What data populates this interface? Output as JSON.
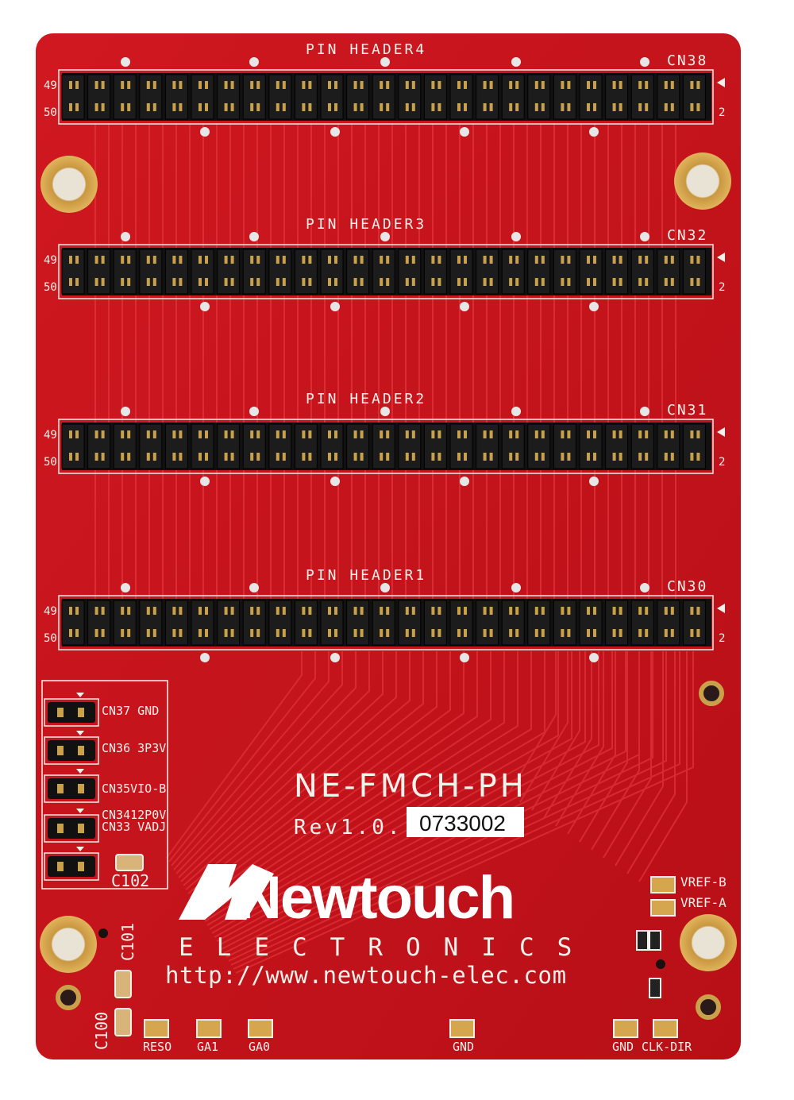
{
  "board": {
    "colors": {
      "pcb": "#c8141c",
      "pcb_dark": "#9e0d14",
      "trace": "#e0262c",
      "header": "#111111",
      "pin": "#c9a14a",
      "silkscreen": "#f4f0ea",
      "pad_gold": "#d6a64e"
    },
    "headers": [
      {
        "title": "PIN HEADER4",
        "connector": "CN38",
        "pin_left_top": "49",
        "pin_left_bottom": "50",
        "pin_right": "2"
      },
      {
        "title": "PIN HEADER3",
        "connector": "CN32",
        "pin_left_top": "49",
        "pin_left_bottom": "50",
        "pin_right": "2"
      },
      {
        "title": "PIN HEADER2",
        "connector": "CN31",
        "pin_left_top": "49",
        "pin_left_bottom": "50",
        "pin_right": "2"
      },
      {
        "title": "PIN HEADER1",
        "connector": "CN30",
        "pin_left_top": "49",
        "pin_left_bottom": "50",
        "pin_right": "2"
      }
    ],
    "jumpers": [
      {
        "label": "CN37 GND"
      },
      {
        "label": "CN36 3P3V"
      },
      {
        "label": "CN35VIO-B"
      },
      {
        "label": "CN3412P0V"
      },
      {
        "label": "CN33 VADJ"
      }
    ],
    "part_name": "NE-FMCH-PH",
    "revision": "Rev1.0.",
    "serial": "0733002",
    "brand_name": "Newtouch",
    "brand_sub": "ELECTRONICS",
    "url": "http://www.newtouch-elec.com",
    "capacitors": {
      "c102": "C102",
      "c101": "C101",
      "c100": "C100"
    },
    "pads_bottom": [
      "RESO",
      "GA1",
      "GA0",
      "GND",
      "GND",
      "CLK-DIR"
    ],
    "pads_right": [
      "VREF-B",
      "VREF-A"
    ]
  }
}
